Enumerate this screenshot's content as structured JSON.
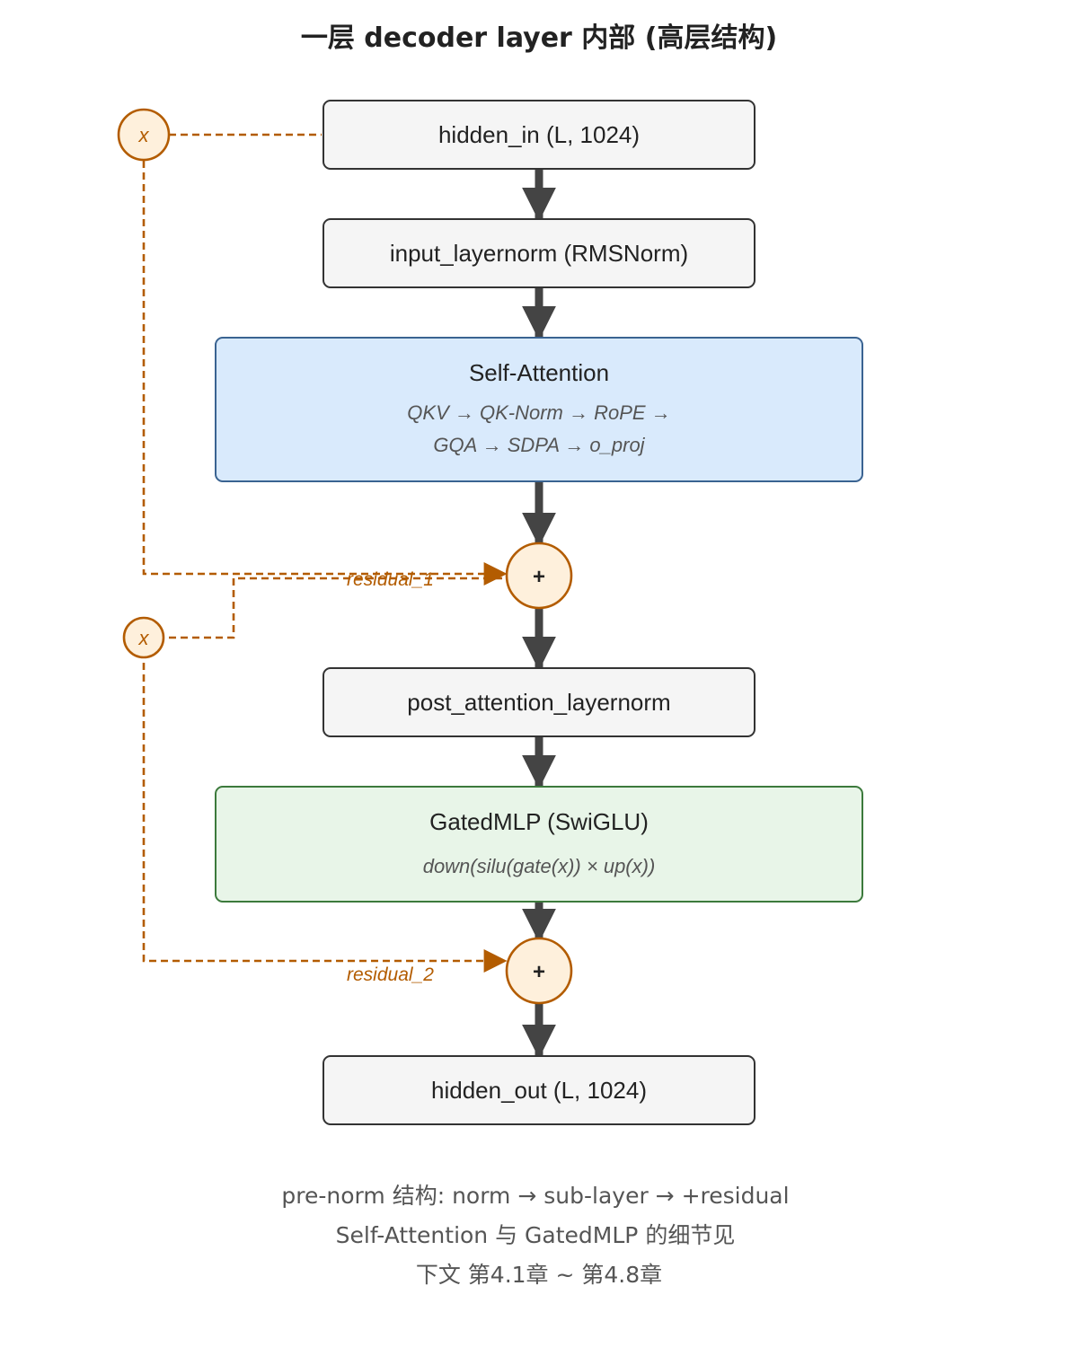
{
  "title": "一层 decoder layer 内部 (高层结构)",
  "nodes": {
    "hidden_in": {
      "label": "hidden_in (L, 1024)"
    },
    "input_layernorm": {
      "label": "input_layernorm (RMSNorm)"
    },
    "self_attention": {
      "label": "Self-Attention",
      "sub_line1": "QKV → QK-Norm → RoPE →",
      "sub_line2": "GQA → SDPA → o_proj"
    },
    "add1": {
      "label": "+"
    },
    "post_attention_layernorm": {
      "label": "post_attention_layernorm"
    },
    "gated_mlp": {
      "label": "GatedMLP (SwiGLU)",
      "sub_line1": "down(silu(gate(x)) × up(x))"
    },
    "add2": {
      "label": "+"
    },
    "hidden_out": {
      "label": "hidden_out (L, 1024)"
    }
  },
  "residuals": {
    "tap1": {
      "label": "x"
    },
    "tap2": {
      "label": "x"
    },
    "residual_1": {
      "label": "residual_1"
    },
    "residual_2": {
      "label": "residual_2"
    }
  },
  "footer": {
    "line1": "pre-norm 结构: norm → sub-layer → +residual",
    "line2": "Self-Attention 与 GatedMLP 的细节见",
    "line3": "下文 第4.1章 ~ 第4.8章"
  },
  "colors": {
    "box_default_fill": "#f5f5f5",
    "box_default_stroke": "#333333",
    "attention_fill": "#d9eafc",
    "attention_stroke": "#3a6391",
    "mlp_fill": "#e8f5e8",
    "mlp_stroke": "#3c7a3c",
    "residual_fill": "#fef0dc",
    "residual_stroke": "#b35c00",
    "arrow": "#444444"
  }
}
